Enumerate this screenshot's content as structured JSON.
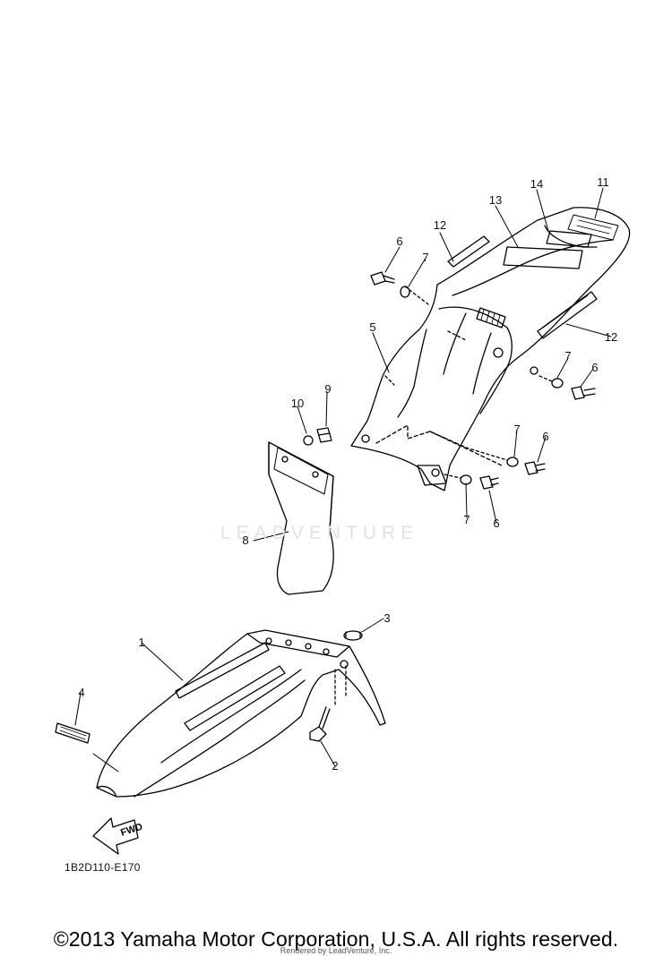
{
  "diagram_code": "1B2D110-E170",
  "watermark": "LEADVENTURE",
  "copyright": "©2013 Yamaha Motor Corporation, U.S.A. All rights reserved.",
  "rendered_by": "Rendered by LeadVenture, Inc.",
  "fwd_label": "FWD",
  "callouts": {
    "c1": "1",
    "c2": "2",
    "c3": "3",
    "c4": "4",
    "c5": "5",
    "c6a": "6",
    "c6b": "6",
    "c6c": "6",
    "c6d": "6",
    "c7a": "7",
    "c7b": "7",
    "c7c": "7",
    "c7d": "7",
    "c8": "8",
    "c9": "9",
    "c10": "10",
    "c11": "11",
    "c12a": "12",
    "c12b": "12",
    "c13": "13",
    "c14": "14"
  }
}
